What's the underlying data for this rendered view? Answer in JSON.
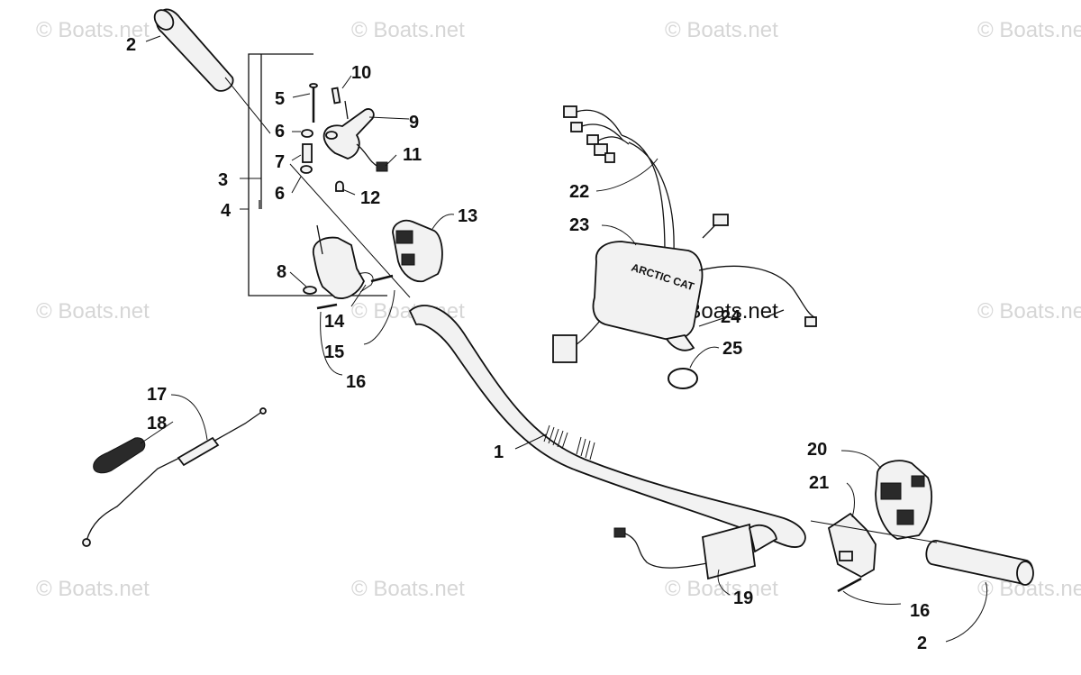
{
  "watermarks": {
    "w1": "© Boats.net",
    "w2": "© Boats.net",
    "w3": "© Boats.net",
    "w4": "© Boats.net",
    "w5": "© Boats.net",
    "w6": "© Boats.net",
    "w7": "© Boats.net",
    "w8": "© Boats.net",
    "w9": "© Boats.net",
    "w10": "© Boats.net",
    "w11": "© Boats.net",
    "w12": "© Boats.net"
  },
  "callouts": {
    "c1": "1",
    "c2a": "2",
    "c2b": "2",
    "c3": "3",
    "c4": "4",
    "c5": "5",
    "c6a": "6",
    "c6b": "6",
    "c7": "7",
    "c8": "8",
    "c9": "9",
    "c10": "10",
    "c11": "11",
    "c12": "12",
    "c13": "13",
    "c14": "14",
    "c15": "15",
    "c16a": "16",
    "c16b": "16",
    "c17": "17",
    "c18": "18",
    "c19": "19",
    "c20": "20",
    "c21": "21",
    "c22": "22",
    "c23": "23",
    "c24": "24",
    "c25": "25"
  },
  "logos": {
    "module_lettering": "ARCTIC CAT"
  }
}
